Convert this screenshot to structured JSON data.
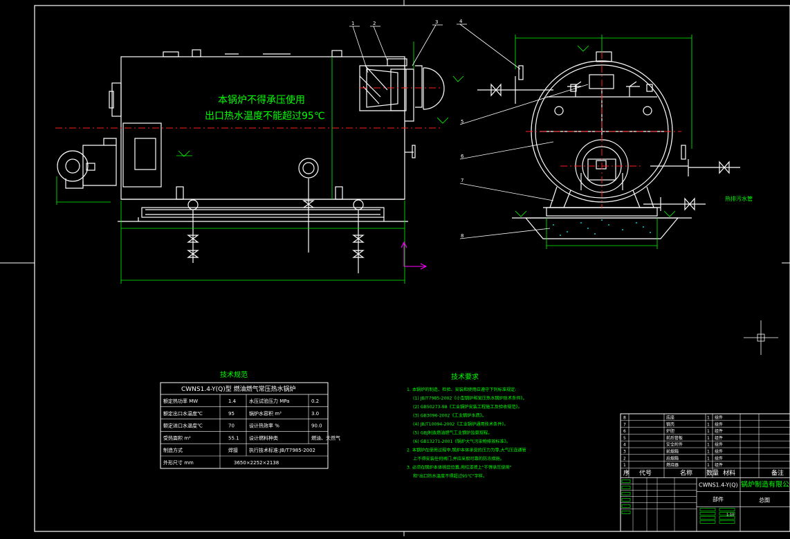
{
  "colors": {
    "background": "#000000",
    "line": "#ffffff",
    "dim": "#00ff00",
    "centerline": "#ff2020",
    "leader": "#ffffff",
    "text_green": "#00ff00",
    "table_text": "#ffffff",
    "title_green": "#00ff00",
    "cursor": "#ff00ff"
  },
  "side_view": {
    "warning_line1": "本锅炉不得承压使用",
    "warning_line2": "出口热水温度不能超过95℃"
  },
  "front_view": {
    "outlet_label": "热排污水管"
  },
  "callouts": [
    "1",
    "2",
    "3",
    "4",
    "5",
    "6",
    "7",
    "8"
  ],
  "spec": {
    "title": "技术规范",
    "model_line": "CWNS1.4-Y(Q)型 燃油燃气常压热水锅炉",
    "rows": [
      [
        "额定热功率 MW",
        "1.4",
        "水压试验压力 MPa",
        "0.2"
      ],
      [
        "额定出口水温度℃",
        "95",
        "锅炉水容积 m³",
        "3.0"
      ],
      [
        "额定进口水温度℃",
        "70",
        "设计热效率 %",
        "90.0"
      ],
      [
        "受热面积 m²",
        "55.1",
        "设计燃料种类",
        "燃油、天然气"
      ],
      [
        "制造方式",
        "焊接",
        "执行技术标准:JB/T7985-2002",
        ""
      ],
      [
        "外形尺寸 mm",
        "3650×2252×2138",
        "",
        ""
      ]
    ]
  },
  "requirements": {
    "title": "技术要求",
    "lines": [
      "1. 本锅炉的制造、检验、安装和使用应遵守下列标准规定:",
      "(1) JB/T7985-2002《小型锅炉和常压热水锅炉技术条件》。",
      "(2) GB50273-98《工业锅炉安装工程施工及验收规范》。",
      "(3) GB3096-2002《工业锅炉水质》。",
      "(4) JB/T10094-2002《工业锅炉通用技术条件》。",
      "(5) GBJ制造燃油燃气工业锅炉监察规程。",
      "(6) GB13271-2001《锅炉大气污染物排放标准》。",
      "2. 本锅炉在使用过程中,锅炉本体承受的压力为零,大气压连通管",
      "上不得安装任何阀门,并应采取可靠的防冻措施。",
      "3. 必须在锅炉本体明显位置,用红漆喷上\"不得承压使用\"",
      "和\"出口热水温度不得超过95℃\"字样。"
    ]
  },
  "title_block": {
    "parts": [
      [
        "8",
        "底座",
        "1",
        "组件",
        ""
      ],
      [
        "7",
        "锅壳",
        "1",
        "组件",
        ""
      ],
      [
        "6",
        "炉胆",
        "1",
        "组件",
        ""
      ],
      [
        "5",
        "前后管板",
        "1",
        "组件",
        ""
      ],
      [
        "4",
        "安全附件",
        "1",
        "组件",
        ""
      ],
      [
        "3",
        "前烟箱",
        "1",
        "组件",
        ""
      ],
      [
        "2",
        "后烟箱",
        "1",
        "组件",
        ""
      ],
      [
        "1",
        "燃烧器",
        "1",
        "组件",
        ""
      ]
    ],
    "headers": [
      "序",
      "代号",
      "名称",
      "数量",
      "材料",
      "",
      "备注"
    ],
    "model": "CWNS1.4-Y(Q)",
    "company": "锅炉制造有限公司",
    "part_label": "部件",
    "drawing_name": "总图",
    "scale": "1:10"
  }
}
